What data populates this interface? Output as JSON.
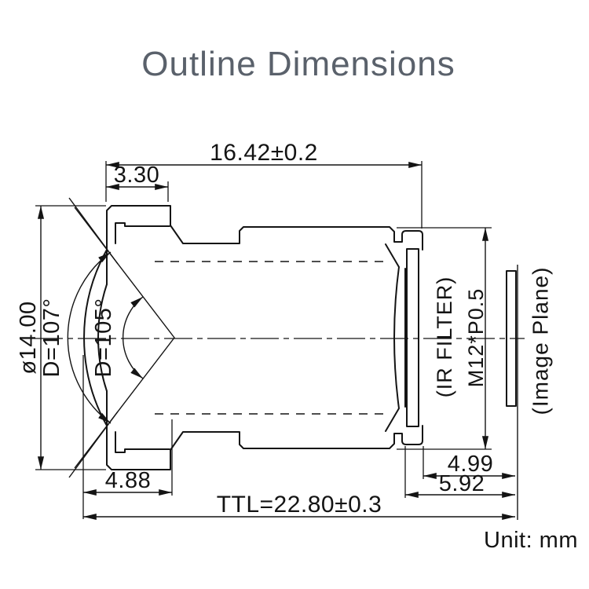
{
  "title": "Outline Dimensions",
  "unit_note": "Unit: mm",
  "labels": {
    "overall_length": "16.42±0.2",
    "cap_length": "3.30",
    "front_diameter": "ø14.00",
    "fov_outer": "D=107°",
    "fov_inner": "D=105°",
    "ir_filter": "(IR FILTER)",
    "thread_spec": "M12*P0.5",
    "image_plane": "(Image Plane)",
    "front_to_barrel": "4.88",
    "filter_to_image_plane": "4.99",
    "shoulder_to_image_plane": "5.92",
    "total_track_length": "TTL=22.80±0.3"
  },
  "colors": {
    "line": "#141414",
    "title_text": "#5a616b",
    "background": "#ffffff"
  }
}
